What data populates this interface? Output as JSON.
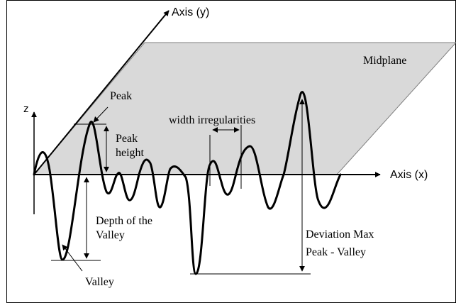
{
  "labels": {
    "axis_y": "Axis (y)",
    "axis_x": "Axis (x)",
    "axis_z": "z",
    "midplane": "Midplane",
    "peak": "Peak",
    "peak_height": [
      "Peak",
      "height"
    ],
    "width_irregularities": "width irregularities",
    "depth_valley": [
      "Depth of the",
      "Valley"
    ],
    "valley": "Valley",
    "deviation": [
      "Deviation Max",
      "Peak - Valley"
    ]
  },
  "colors": {
    "plane_fill": "#d9d9d9",
    "ink": "#000000"
  }
}
